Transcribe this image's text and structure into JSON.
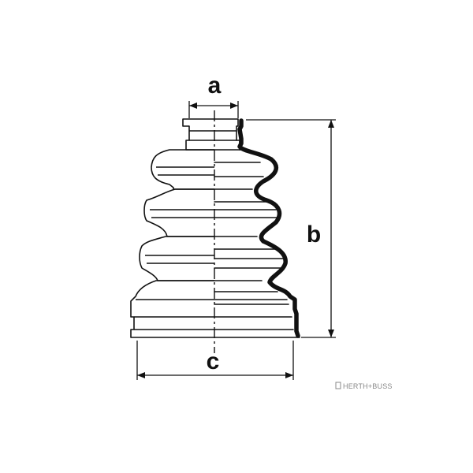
{
  "diagram": {
    "labels": {
      "a": "a",
      "b": "b",
      "c": "c"
    },
    "brand": "HERTH+BUSS"
  },
  "colors": {
    "line": "#111111",
    "brand": "#888888",
    "background": "#ffffff"
  }
}
